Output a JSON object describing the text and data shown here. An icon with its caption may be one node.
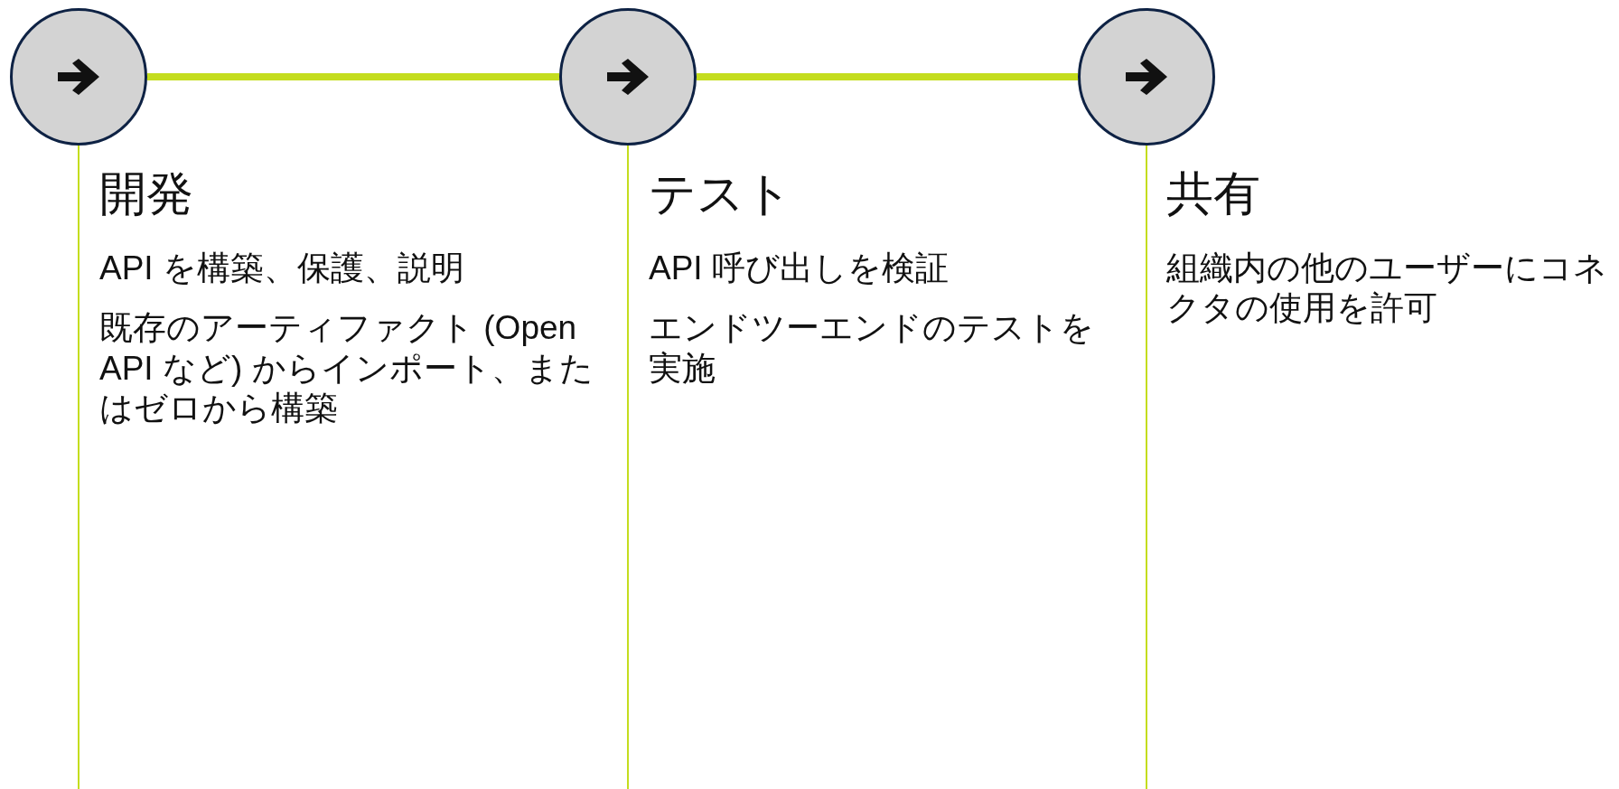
{
  "diagram": {
    "nodes": [
      {
        "text": [],
        "shape": "circle",
        "beside": [
          "開発",
          "API を構築、保護、説明",
          "既存のアーティファクト (Open API など) からインポート、またはゼロから構築"
        ]
      },
      {
        "text": [],
        "shape": "circle",
        "beside": [
          "テスト",
          "API 呼び出しを検証",
          "エンドツーエンドのテストを実施"
        ]
      },
      {
        "text": [],
        "shape": "circle",
        "beside": [
          "共有",
          "組織内の他のユーザーにコネクタの使用を許可"
        ]
      }
    ],
    "edges": [
      {
        "from": 0,
        "to": 1,
        "arrow": "none"
      },
      {
        "from": 1,
        "to": 2,
        "arrow": "none"
      }
    ]
  }
}
